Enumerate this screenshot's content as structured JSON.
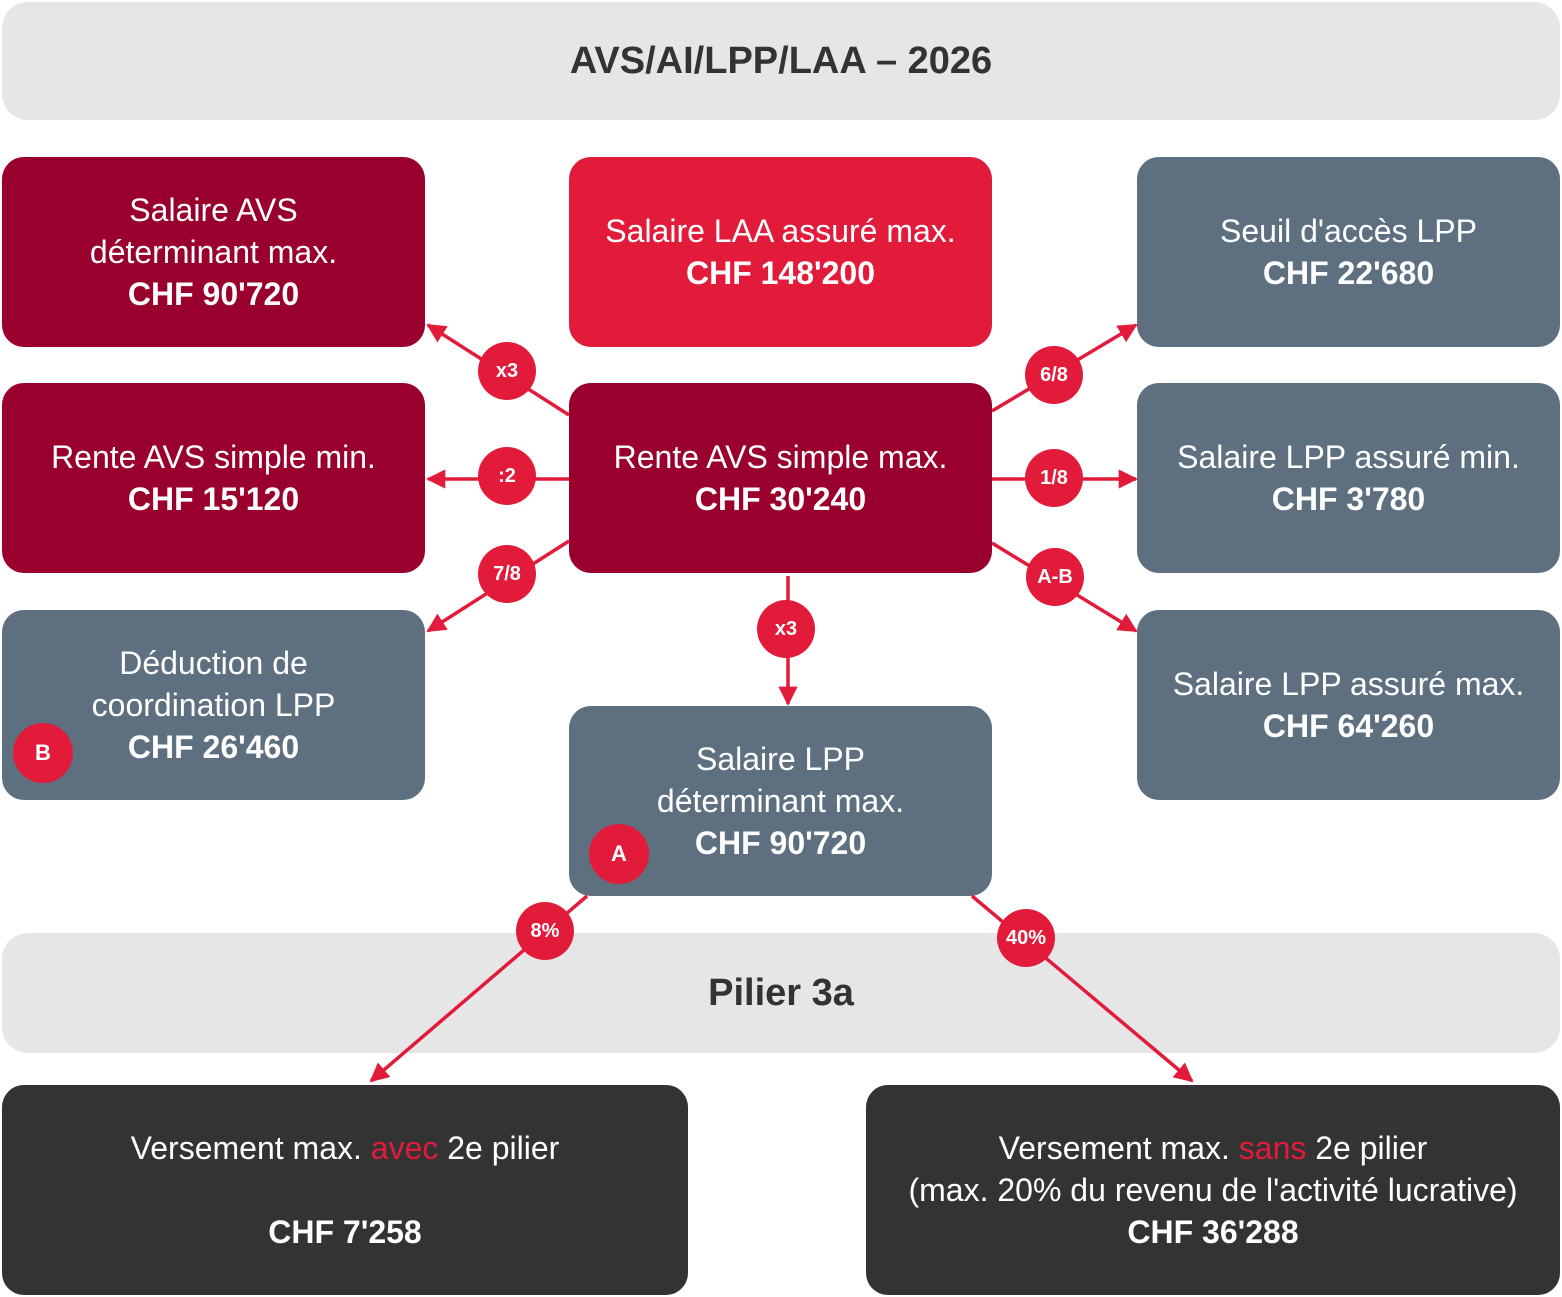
{
  "title": "AVS/AI/LPP/LAA – 2026",
  "pillar_label": "Pilier 3a",
  "colors": {
    "dark_red": "#9a002d",
    "red": "#e31b3b",
    "slate": "#5e6f80",
    "charcoal": "#333333",
    "band": "#e6e6e6"
  },
  "boxes": {
    "avs_salary": {
      "line1": "Salaire AVS",
      "line2": "déterminant max.",
      "value": "CHF 90'720"
    },
    "laa_salary": {
      "line1": "Salaire LAA assuré max.",
      "value": "CHF 148'200"
    },
    "lpp_threshold": {
      "line1": "Seuil d'accès LPP",
      "value": "CHF 22'680"
    },
    "avs_min_pension": {
      "line1": "Rente AVS simple min.",
      "value": "CHF 15'120"
    },
    "avs_max_pension": {
      "line1": "Rente AVS simple max.",
      "value": "CHF 30'240"
    },
    "lpp_insured_min": {
      "line1": "Salaire LPP assuré min.",
      "value": "CHF 3'780"
    },
    "coordination": {
      "line1": "Déduction de",
      "line2": "coordination LPP",
      "value": "CHF 26'460",
      "marker": "B"
    },
    "lpp_insured_max": {
      "line1": "Salaire LPP assuré max.",
      "value": "CHF 64'260"
    },
    "lpp_salary": {
      "line1": "Salaire LPP",
      "line2": "déterminant max.",
      "value": "CHF 90'720",
      "marker": "A"
    },
    "with_2nd": {
      "pre": "Versement max. ",
      "highlight": "avec",
      "post": " 2e pilier",
      "value": "CHF 7'258"
    },
    "without_2nd": {
      "pre": "Versement max. ",
      "highlight": "sans",
      "post": " 2e pilier",
      "note": "(max. 20% du revenu de l'activité lucrative)",
      "value": "CHF 36'288"
    }
  },
  "operators": {
    "to_avs_salary": "x3",
    "to_min_pension": ":2",
    "to_coordination": "7/8",
    "to_lpp_salary": "x3",
    "to_threshold": "6/8",
    "to_insured_min": "1/8",
    "to_insured_max": "A-B",
    "to_with_2nd": "8%",
    "to_without_2nd": "40%"
  }
}
